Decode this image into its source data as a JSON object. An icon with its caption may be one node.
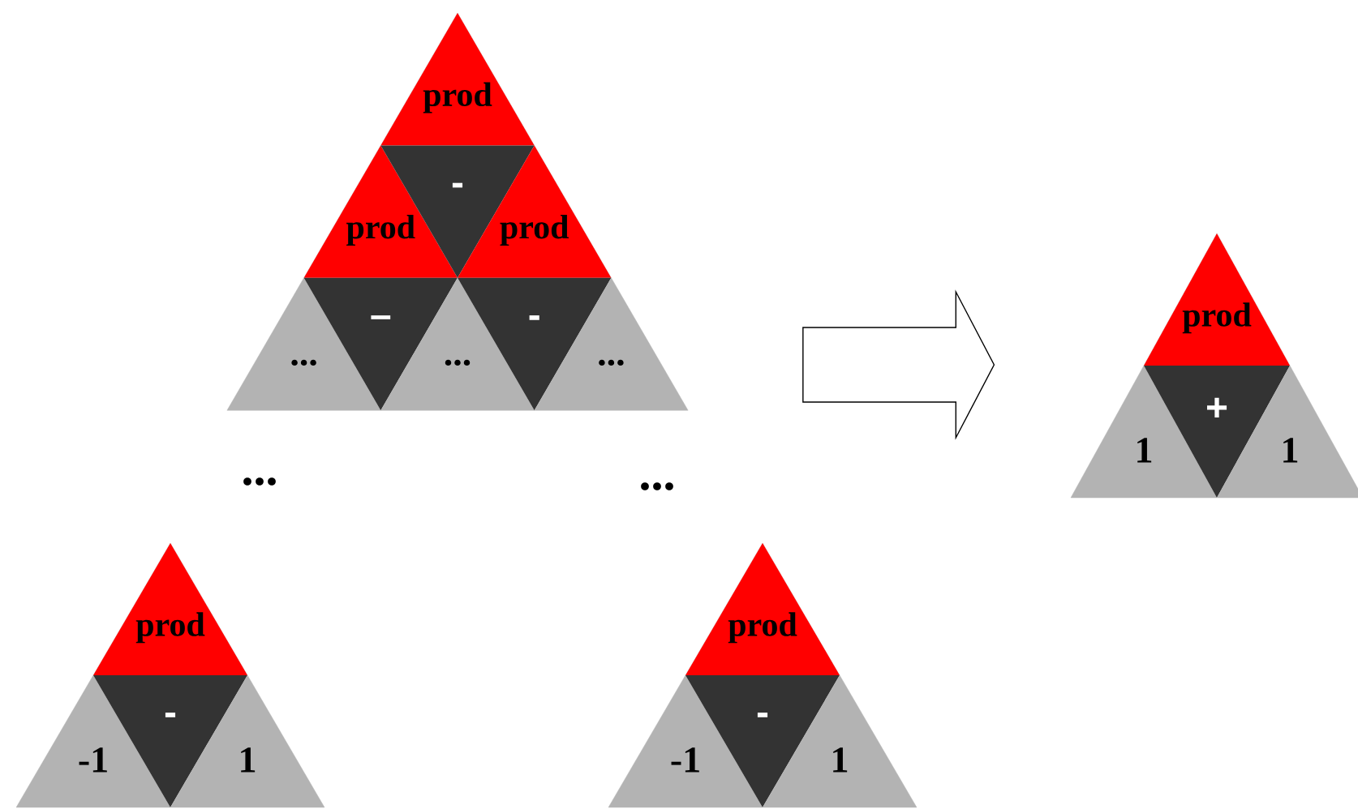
{
  "diagram": {
    "nodes": [
      {
        "text": [],
        "shape": "triangle"
      },
      {
        "text": [
          "prod"
        ],
        "in": 0
      },
      {
        "text": [
          "prod"
        ],
        "in": 0
      },
      {
        "text": [
          "-"
        ],
        "in": 0
      },
      {
        "text": [
          "prod"
        ],
        "in": 0
      },
      {
        "text": [
          "..."
        ],
        "in": 0
      },
      {
        "text": [
          "–"
        ],
        "in": 0
      },
      {
        "text": [
          "..."
        ],
        "in": 0
      },
      {
        "text": [
          "-"
        ],
        "in": 0
      },
      {
        "text": [
          "..."
        ],
        "in": 0
      },
      {
        "text": [],
        "shape": "triangle"
      },
      {
        "text": [
          "prod"
        ],
        "in": 10
      },
      {
        "text": [
          "1"
        ],
        "in": 10
      },
      {
        "text": [
          "+"
        ],
        "in": 10
      },
      {
        "text": [
          "1"
        ],
        "in": 10
      },
      {
        "text": [],
        "shape": "triangle"
      },
      {
        "text": [
          "prod"
        ],
        "in": 15
      },
      {
        "text": [
          "-1"
        ],
        "in": 15
      },
      {
        "text": [
          "-"
        ],
        "in": 15
      },
      {
        "text": [
          "1"
        ],
        "in": 15
      },
      {
        "text": [],
        "shape": "triangle"
      },
      {
        "text": [
          "prod"
        ],
        "in": 20
      },
      {
        "text": [
          "-1"
        ],
        "in": 20
      },
      {
        "text": [
          "-"
        ],
        "in": 20
      },
      {
        "text": [
          "1"
        ],
        "in": 20
      }
    ],
    "edges": [
      {
        "from": 0,
        "to": 10,
        "arrow": "to"
      }
    ],
    "labels": [
      "...",
      "..."
    ]
  }
}
